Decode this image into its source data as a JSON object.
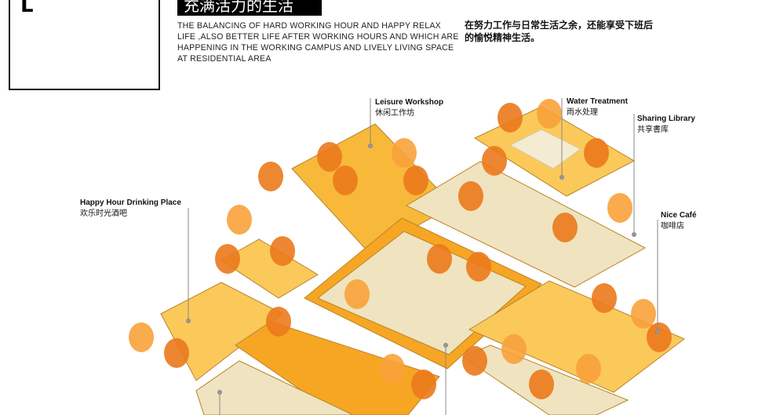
{
  "header": {
    "corner_letter": "L",
    "title": "充满活力的生活",
    "description_en": "THE BALANCING OF HARD WORKING HOUR AND HAPPY RELAX LIFE ,ALSO BETTER LIFE AFTER WORKING HOURS AND WHICH ARE HAPPENING IN THE WORKING CAMPUS AND LIVELY LIVING SPACE  AT RESIDENTIAL AREA",
    "description_cn": "在努力工作与日常生活之余，还能享受下班后的愉悦精神生活。"
  },
  "labels": [
    {
      "en": "Leisure Workshop",
      "cn": "休闲工作坊"
    },
    {
      "en": "Water Treatment",
      "cn": "雨水处理"
    },
    {
      "en": "Sharing Library",
      "cn": "共享書库"
    },
    {
      "en": "Happy Hour Drinking Place",
      "cn": "欢乐时光酒吧"
    },
    {
      "en": "Nice Café",
      "cn": "咖啡店"
    }
  ],
  "colors": {
    "orange": "#f6a623",
    "light_orange": "#fbd27a",
    "beige": "#efe4bf",
    "tree": "#ec7a1c",
    "tree_light": "#f9a23a"
  }
}
